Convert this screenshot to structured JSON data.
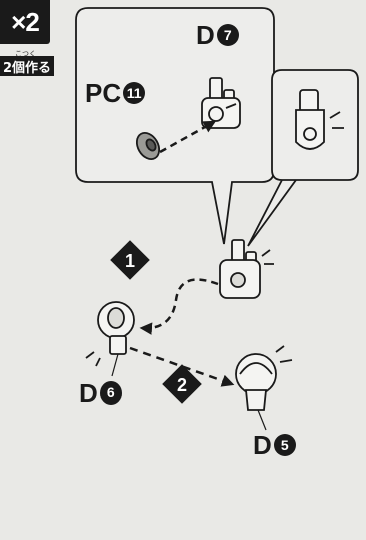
{
  "badge": {
    "multiplier": "×2"
  },
  "make_count": {
    "ruby": "こつく",
    "label": "2個作る"
  },
  "parts": {
    "d7": {
      "letter": "D",
      "number": "7"
    },
    "pc11": {
      "letter": "PC",
      "number": "11"
    },
    "d6": {
      "letter": "D",
      "number": "6"
    },
    "d5": {
      "letter": "D",
      "number": "5"
    }
  },
  "steps": [
    {
      "number": "1"
    },
    {
      "number": "2"
    }
  ],
  "colors": {
    "ink": "#1a1a1a",
    "paper": "#e9e9e6",
    "part": "#f4f4f2"
  }
}
